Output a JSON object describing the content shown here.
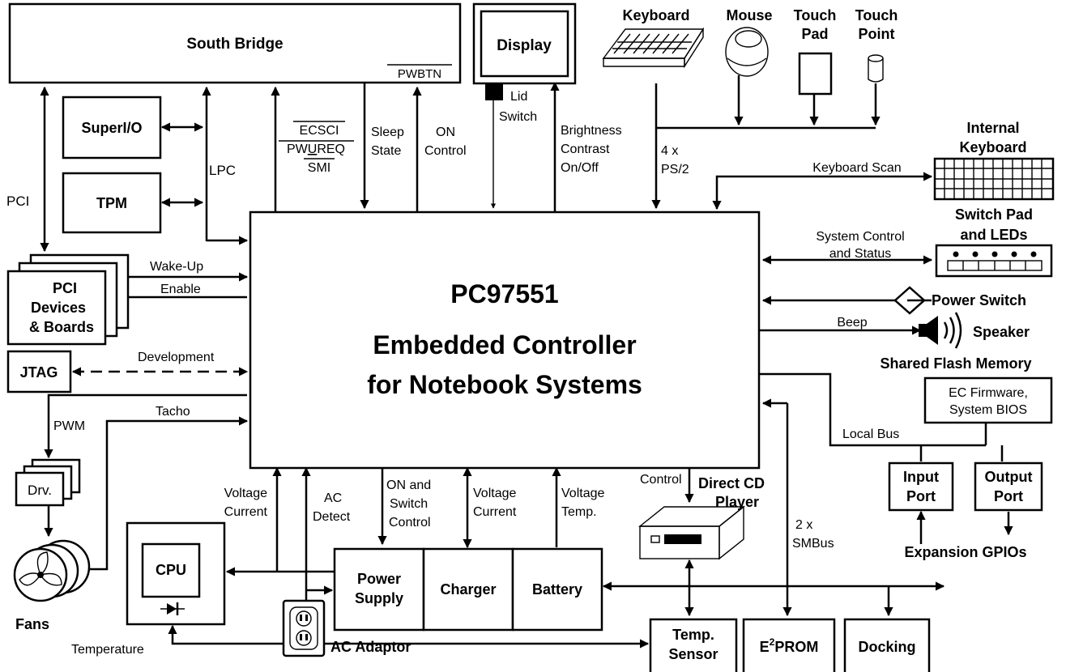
{
  "blocks": {
    "south_bridge": "South Bridge",
    "pwbtn": "PWBTN",
    "superio": "SuperI/O",
    "tpm": "TPM",
    "pci_devices_1": "PCI",
    "pci_devices_2": "Devices",
    "pci_devices_3": "& Boards",
    "jtag": "JTAG",
    "display": "Display",
    "controller_name": "PC97551",
    "controller_desc_1": "Embedded Controller",
    "controller_desc_2": "for Notebook Systems",
    "drv": "Drv.",
    "fans": "Fans",
    "cpu": "CPU",
    "power_supply_1": "Power",
    "power_supply_2": "Supply",
    "charger": "Charger",
    "battery": "Battery",
    "ac_adaptor": "AC Adaptor",
    "temp_sensor_1": "Temp.",
    "temp_sensor_2": "Sensor",
    "eeprom_e": "E",
    "eeprom_sup": "2",
    "eeprom_rest": "PROM",
    "docking": "Docking",
    "cd_player_1": "Direct CD",
    "cd_player_2": "Player",
    "shared_flash": "Shared Flash Memory",
    "ec_firmware_1": "EC Firmware,",
    "ec_firmware_2": "System BIOS",
    "input_port_1": "Input",
    "input_port_2": "Port",
    "output_port_1": "Output",
    "output_port_2": "Port",
    "expansion_gpios": "Expansion GPIOs",
    "keyboard": "Keyboard",
    "mouse": "Mouse",
    "touch_pad_1": "Touch",
    "touch_pad_2": "Pad",
    "touch_point_1": "Touch",
    "touch_point_2": "Point",
    "internal_keyboard_1": "Internal",
    "internal_keyboard_2": "Keyboard",
    "switch_pad_1": "Switch Pad",
    "switch_pad_2": "and LEDs",
    "power_switch": "Power Switch",
    "speaker": "Speaker"
  },
  "signals": {
    "pci": "PCI",
    "lpc": "LPC",
    "ecsci": "ECSCI",
    "pwureq_pw": "PW",
    "pwureq_u": "U",
    "pwureq_req": "REQ",
    "smi": "SMI",
    "sleep_state_1": "Sleep",
    "sleep_state_2": "State",
    "on_control_1": "ON",
    "on_control_2": "Control",
    "lid_switch_1": "Lid",
    "lid_switch_2": "Switch",
    "brightness_1": "Brightness",
    "brightness_2": "Contrast",
    "brightness_3": "On/Off",
    "ps2_1": "4 x",
    "ps2_2": "PS/2",
    "keyboard_scan": "Keyboard Scan",
    "system_control_1": "System Control",
    "system_control_2": "and Status",
    "beep": "Beep",
    "wake_up": "Wake-Up",
    "enable": "Enable",
    "development": "Development",
    "tacho": "Tacho",
    "pwm": "PWM",
    "local_bus": "Local Bus",
    "control": "Control",
    "smbus_1": "2 x",
    "smbus_2": "SMBus",
    "voltage_current_left_1": "Voltage",
    "voltage_current_left_2": "Current",
    "ac_detect_1": "AC",
    "ac_detect_2": "Detect",
    "on_switch_1": "ON and",
    "on_switch_2": "Switch",
    "on_switch_3": "Control",
    "voltage_current_mid_1": "Voltage",
    "voltage_current_mid_2": "Current",
    "voltage_temp_1": "Voltage",
    "voltage_temp_2": "Temp.",
    "temperature": "Temperature"
  }
}
